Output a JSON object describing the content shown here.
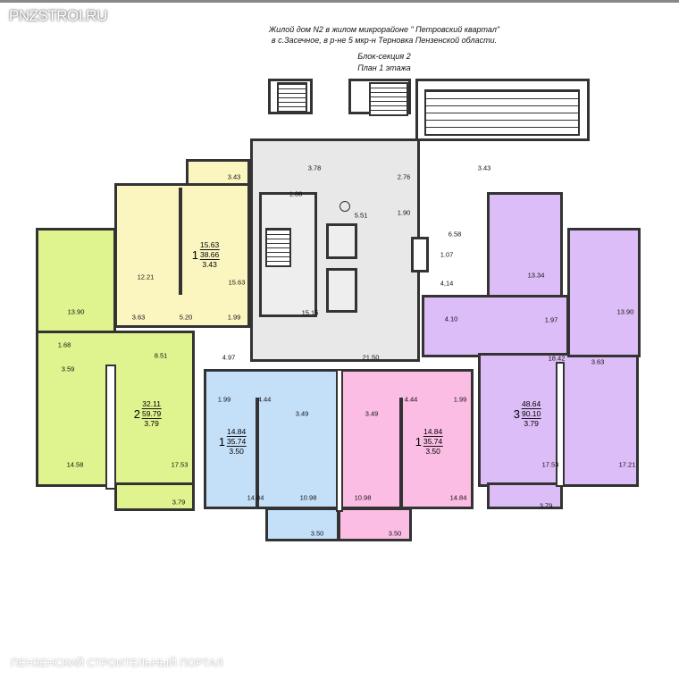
{
  "watermark": "PNZSTROI.RU",
  "title": {
    "line1": "Жилой дом  N2 в жилом микрорайоне \" Петровский квартал\"",
    "line2": "в с.Засечное, в р-не 5 мкр-н Терновка Пензенской области.",
    "section": "Блок-секция 2",
    "plan": "План 1 этажа"
  },
  "footer": "ПЕНЗЕНСКИЙ СТРОИТЕЛЬНЫЙ ПОРТАЛ",
  "colors": {
    "apt1_yellow": "#fbf6bf",
    "apt2_green": "#dff38e",
    "core_gray": "#e8e8e8",
    "apt1_blue": "#c4e0f9",
    "apt1_pink": "#fbbde3",
    "apt3_purple": "#dcbdf7"
  },
  "apartments": [
    {
      "rooms": "1",
      "living": "15.63",
      "total": "38.66",
      "balcony": "3.43"
    },
    {
      "rooms": "2",
      "living": "32.11",
      "total": "59.79",
      "balcony": "3.79"
    },
    {
      "rooms": "1",
      "living": "14.84",
      "total": "35.74",
      "balcony": "3.50"
    },
    {
      "rooms": "1",
      "living": "14.84",
      "total": "35.74",
      "balcony": "3.50"
    },
    {
      "rooms": "3",
      "living": "48.64",
      "total": "90.10",
      "balcony": "3.79"
    }
  ],
  "labels": [
    "3.43",
    "12.21",
    "15.63",
    "3.63",
    "5.20",
    "1.99",
    "3.78",
    "1.88",
    "15.15",
    "5.51",
    "2.76",
    "1.90",
    "6.58",
    "1.07",
    "4,14",
    "3.43",
    "4.10",
    "13.34",
    "1.97",
    "13.90",
    "18.42",
    "3.63",
    "13.90",
    "1.68",
    "3.59",
    "8.51",
    "4.97",
    "21.50",
    "14.58",
    "17.53",
    "3.79",
    "1.99",
    "4.44",
    "3.49",
    "14.84",
    "10.98",
    "3.50",
    "3.49",
    "4.44",
    "1.99",
    "14.84",
    "10.98",
    "3.50",
    "17.53",
    "17.21",
    "3.79"
  ]
}
